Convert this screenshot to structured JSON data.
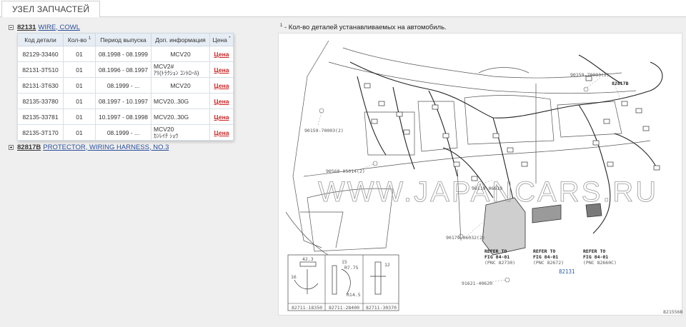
{
  "tab": {
    "title": "УЗЕЛ ЗАПЧАСТЕЙ"
  },
  "groups": [
    {
      "code": "82131",
      "name": "WIRE, COWL"
    },
    {
      "code": "82817B",
      "name": "PROTECTOR, WIRING HARNESS, NO.3"
    }
  ],
  "table": {
    "headers": [
      "Код детали",
      "Кол-во",
      "Период выпуска",
      "Доп. информация",
      "Цена"
    ],
    "header_sups": [
      "",
      "1",
      "",
      "",
      "*"
    ],
    "rows": [
      {
        "code": "82129-33460",
        "qty": "01",
        "period": "08.1998 - 08.1999",
        "info": "MCV20",
        "info2": "",
        "price": "Цена"
      },
      {
        "code": "82131-3T510",
        "qty": "01",
        "period": "08.1996 - 08.1997",
        "info": "MCV2#",
        "info2": "ｱﾘ(ﾄﾗｸｼｮﾝ ｺﾝﾄﾛｰﾙ)",
        "price": "Цена"
      },
      {
        "code": "82131-3T630",
        "qty": "01",
        "period": "08.1999 - ...",
        "info": "MCV20",
        "info2": "",
        "price": "Цена"
      },
      {
        "code": "82135-33780",
        "qty": "01",
        "period": "08.1997 - 10.1997",
        "info": "MCV20..30G",
        "info2": "",
        "price": "Цена"
      },
      {
        "code": "82135-33781",
        "qty": "01",
        "period": "10.1997 - 08.1998",
        "info": "MCV20..30G",
        "info2": "",
        "price": "Цена"
      },
      {
        "code": "82135-3T170",
        "qty": "01",
        "period": "08.1999 - ...",
        "info": "MCV20",
        "info2": "ｶﾝﾚｲﾁ ｼｮｳ",
        "price": "Цена"
      }
    ]
  },
  "note": {
    "sup": "1",
    "text": " - Кол-во деталей устанавливаемых на автомобиль."
  },
  "diagram": {
    "watermark": "WWW.JAPANCARS.RU",
    "figure_id": "821556B",
    "callouts": {
      "c_90159_70003_top": "90159-70003(2)",
      "c_82817b": "82817B",
      "c_90159_70003_left": "90159-70003(2)",
      "c_90560_05014": "90560-05014(2)",
      "c_90119_06619": "90119-06619",
      "c_90179_06032": "90179-06032(2)",
      "c_91621_40620": "91621-40620",
      "c_82131": "82131"
    },
    "refer_boxes": [
      {
        "l1": "REFER TO",
        "l2": "FIG 84-01",
        "l3": "(PNC 82730)"
      },
      {
        "l1": "REFER TO",
        "l2": "FIG 84-01",
        "l3": "(PNC 82672)"
      },
      {
        "l1": "REFER TO",
        "l2": "FIG 84-01",
        "l3": "(PNC 82660C)"
      }
    ],
    "inset_labels": [
      "82711-18350",
      "82711-28400",
      "82711-30370"
    ],
    "inset_dims": [
      "42.3",
      "16",
      "15",
      "R7.75",
      "R14.5",
      "12"
    ]
  }
}
